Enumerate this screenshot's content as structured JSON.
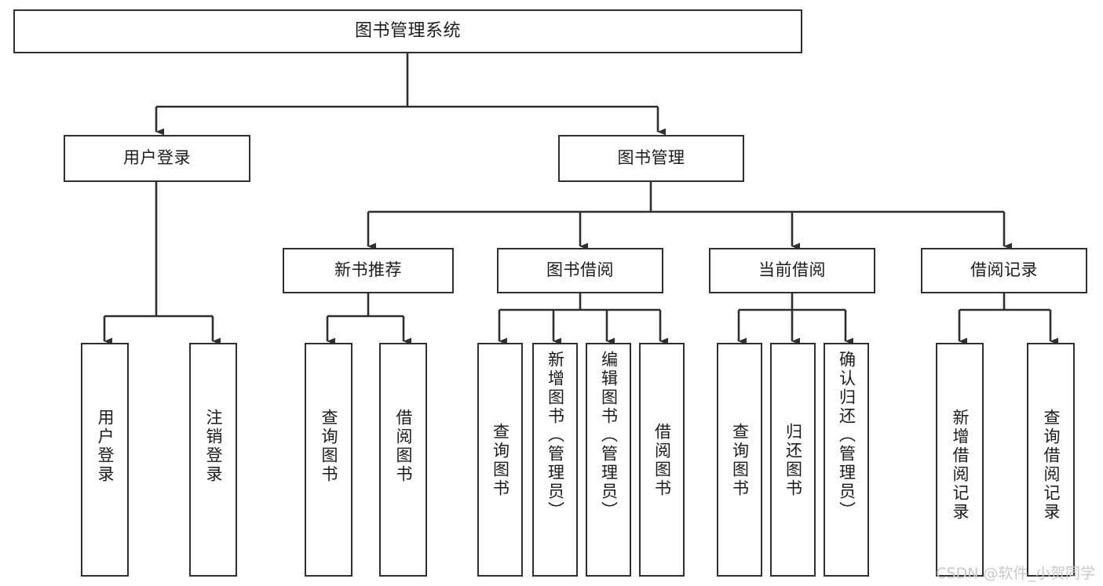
{
  "diagram": {
    "type": "tree-hierarchy",
    "title": "图书管理系统",
    "stroke_color": "#2f2f2f",
    "fill_color": "#ffffff",
    "text_color": "#1b1b1b",
    "watermark": "CSDN @软件_小贺同学"
  },
  "nodes": {
    "root": {
      "label": "图书管理系统"
    },
    "level1": [
      {
        "label": "用户登录"
      },
      {
        "label": "图书管理"
      }
    ],
    "level2": [
      {
        "label": "新书推荐"
      },
      {
        "label": "图书借阅"
      },
      {
        "label": "当前借阅"
      },
      {
        "label": "借阅记录"
      }
    ],
    "leaves": {
      "user_login": [
        {
          "label": "用户登录"
        },
        {
          "label": "注销登录"
        }
      ],
      "new_book_recommend": [
        {
          "label": "查询图书"
        },
        {
          "label": "借阅图书"
        }
      ],
      "book_borrow": [
        {
          "label": "查询图书"
        },
        {
          "label": "新增图书（管理员）"
        },
        {
          "label": "编辑图书（管理员）"
        },
        {
          "label": "借阅图书"
        }
      ],
      "current_borrow": [
        {
          "label": "查询图书"
        },
        {
          "label": "归还图书"
        },
        {
          "label": "确认归还（管理员）"
        }
      ],
      "borrow_record": [
        {
          "label": "新增借阅记录"
        },
        {
          "label": "查询借阅记录"
        }
      ]
    }
  }
}
